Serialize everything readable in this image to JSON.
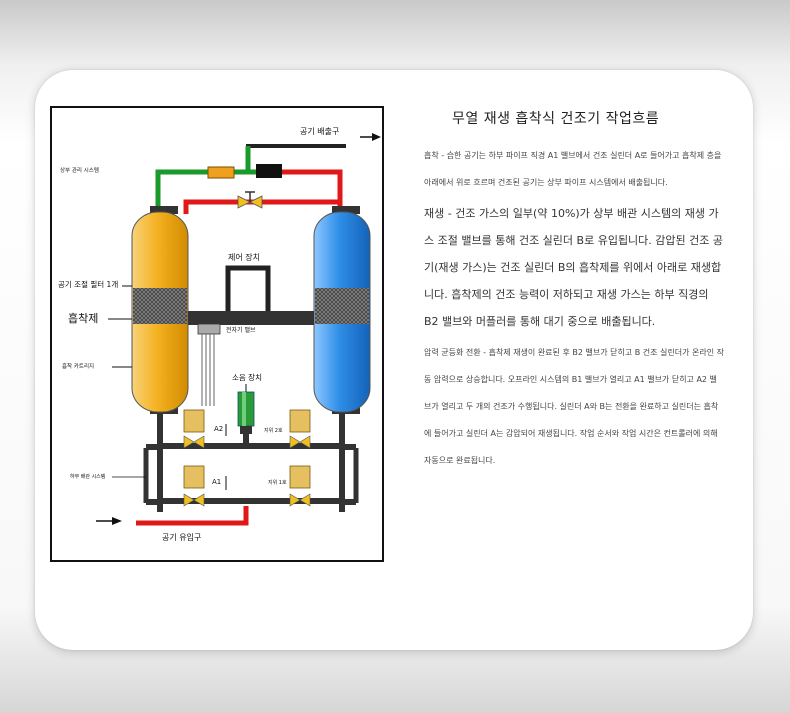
{
  "title": "무열 재생 흡착식 건조기 작업흐름",
  "paragraphs": [
    "흡착 - 습한 공기는 하부 파이프 직경 A1 밸브에서 건조 실린더 A로 들어가고 흡착제 층을 아래에서 위로 흐르며 건조된 공기는 상부 파이프 시스템에서 배출됩니다.",
    "재생 - 건조 가스의 일부(약 10%)가 상부 배관 시스템의 재생 가스 조절 밸브를 통해 건조 실린더 B로 유입됩니다. 감압된 건조 공기(재생 가스)는 건조 실린더 B의 흡착제를 위에서 아래로 재생합니다. 흡착제의 건조 능력이 저하되고 재생 가스는 하부 직경의 B2 밸브와 머플러를 통해 대기 중으로 배출됩니다.",
    "압력 균등화 전환 - 흡착제 재생이 완료된 후 B2 밸브가 닫히고 B 건조 실린더가 온라인 작동 압력으로 상승합니다. 오프라인 시스템의 B1 밸브가 열리고 A1 밸브가 닫히고 A2 밸브가 열리고 두 개의 건조가 수행됩니다. 실린더 A와 B는 전환을 완료하고 실린더는 흡착에 들어가고 실린더 A는 감압되어 재생됩니다. 작업 순서와 작업 시간은 컨트롤러에 의해 자동으로 완료됩니다."
  ],
  "diagram": {
    "air_outlet": "공기 배출구",
    "upper_pipe_system": "상부 관리 시스템",
    "control_device": "제어 장치",
    "regen_filter": "공기 조절 필터 1개",
    "adsorbent": "흡착제",
    "solenoid_valve": "전자기 밸브",
    "adsorbent_cartridge": "흡착 카트리지",
    "muffler": "소음 장치",
    "valve_a2": "A2",
    "valve_b2": "지위 2호",
    "lower_pipe_system": "하부 배관 시스템",
    "valve_a1": "A1",
    "valve_b1": "지위 1호",
    "air_inlet": "공기 유입구"
  },
  "colors": {
    "tower_a": "#f5b120",
    "tower_b": "#2f8ee8",
    "green_pipe": "#1a9a2a",
    "red_pipe": "#e01818",
    "pipe": "#333333",
    "valve": "#d9b24a"
  }
}
